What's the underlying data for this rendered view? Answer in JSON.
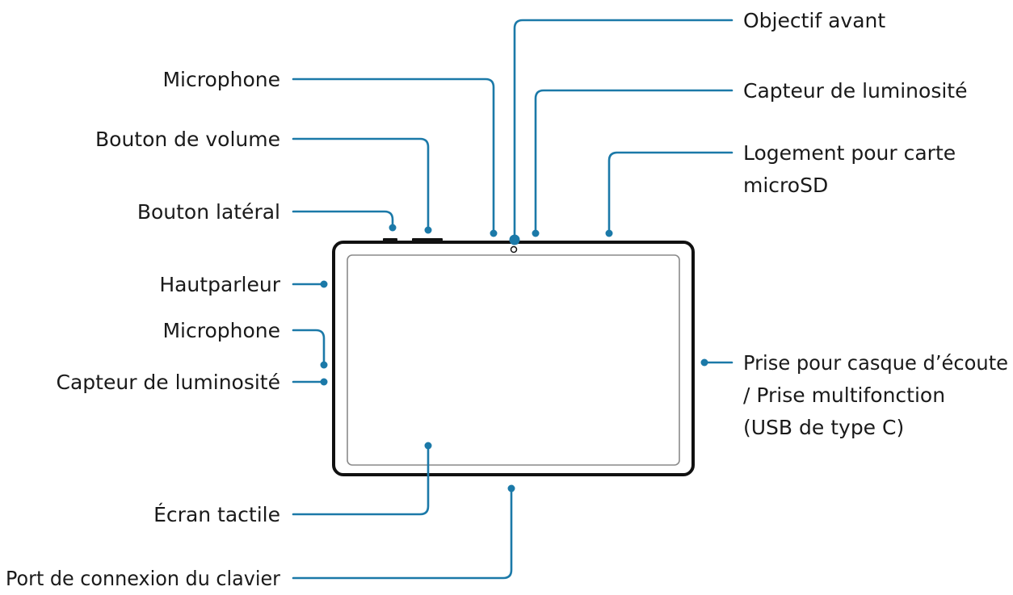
{
  "colors": {
    "leader_line": "#1b79a8",
    "device_outline": "#111111",
    "screen_outline": "#8a8a8a",
    "background": "#ffffff"
  },
  "device": {
    "name": "tablet-front-view"
  },
  "labels": {
    "objectif_avant": "Objectif avant",
    "microphone_top": "Microphone",
    "capteur_luminosite_top": "Capteur de luminosité",
    "bouton_volume": "Bouton de volume",
    "logement_carte_1": "Logement pour carte",
    "logement_carte_2": "microSD",
    "bouton_lateral": "Bouton latéral",
    "hautparleur": "Hautparleur",
    "microphone_left": "Microphone",
    "capteur_luminosite_left": "Capteur de luminosité",
    "prise_casque_1": "Prise pour casque d’écoute",
    "prise_casque_2": "/ Prise multifonction",
    "prise_casque_3": "(USB de type C)",
    "ecran_tactile": "Écran tactile",
    "port_clavier": "Port de connexion du clavier"
  }
}
